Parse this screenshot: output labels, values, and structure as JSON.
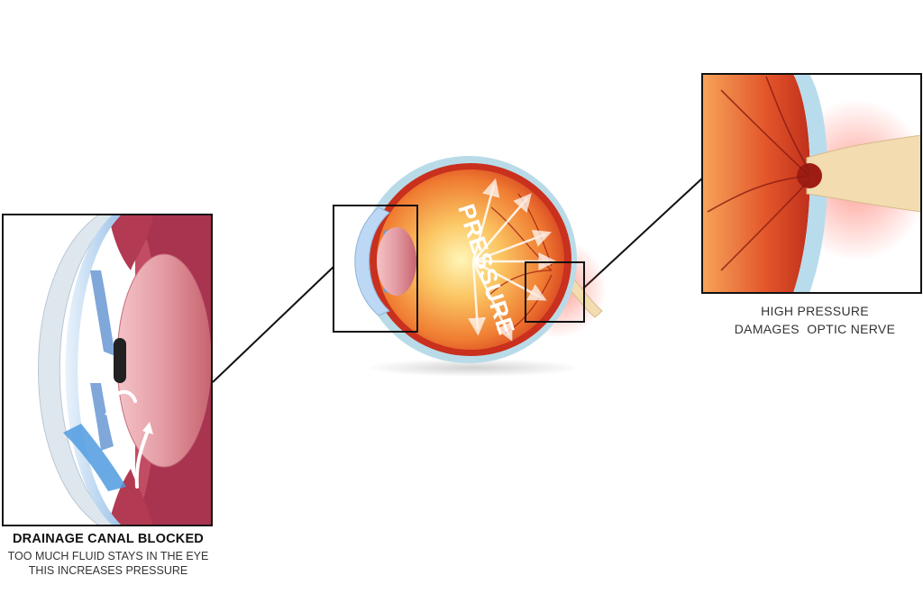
{
  "center": {
    "word": "PRESSURE"
  },
  "left_caption": {
    "title": "DRAINAGE CANAL BLOCKED",
    "line1": "TOO MUCH FLUID STAYS IN THE EYE",
    "line2": "THIS INCREASES PRESSURE"
  },
  "right_caption": {
    "line1": "HIGH PRESSURE",
    "line2": "DAMAGES  OPTIC NERVE"
  },
  "colors": {
    "sclera": "#b9dbe8",
    "retina": "#d23a1f",
    "vitreous": "#f6a24a",
    "iris_blue": "#6f9ed6",
    "lens": "#e8a6ad",
    "nerve": "#f2dcb0",
    "outline": "#111111"
  },
  "icons": [
    "eye-cross-section",
    "pressure-arrows",
    "fluid-flow-arrows",
    "optic-nerve"
  ]
}
